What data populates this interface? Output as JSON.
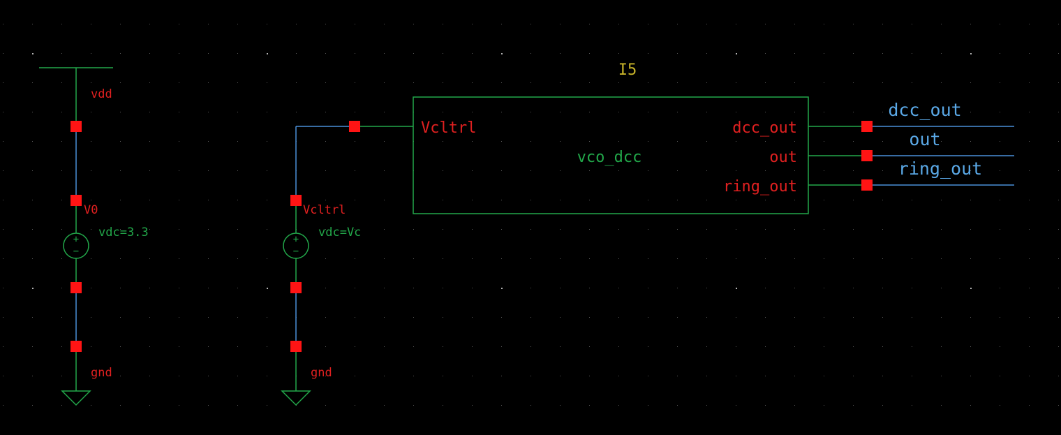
{
  "colors": {
    "background": "#000000",
    "grid_dot": "#5a5a5a",
    "grid_dot_major": "#b4b4b4",
    "wire": "#4a90d9",
    "device": "#22a84a",
    "pin": "#ff1414",
    "pin_label": "#e02020",
    "instance": "#c8b42a",
    "net_label": "#5aa8e6",
    "param": "#22a84a"
  },
  "icons": {
    "pin": "red-square-pin-icon",
    "vdc_source": "dc-voltage-source-icon",
    "ground": "ground-symbol-icon",
    "supply": "vdd-bar-icon"
  },
  "source_v0": {
    "net_top": "vdd",
    "name": "V0",
    "param": "vdc=3.3",
    "net_bottom": "gnd",
    "plus": "+",
    "minus": "−"
  },
  "source_vctrl": {
    "name": "Vcltrl",
    "param": "vdc=Vc",
    "net_bottom": "gnd",
    "plus": "+",
    "minus": "−"
  },
  "block": {
    "instance": "I5",
    "cell": "vco_dcc",
    "pin_in": "Vcltrl",
    "pin_out1": "dcc_out",
    "pin_out2": "out",
    "pin_out3": "ring_out"
  },
  "nets_out": {
    "n1": "dcc_out",
    "n2": "out",
    "n3": "ring_out"
  }
}
